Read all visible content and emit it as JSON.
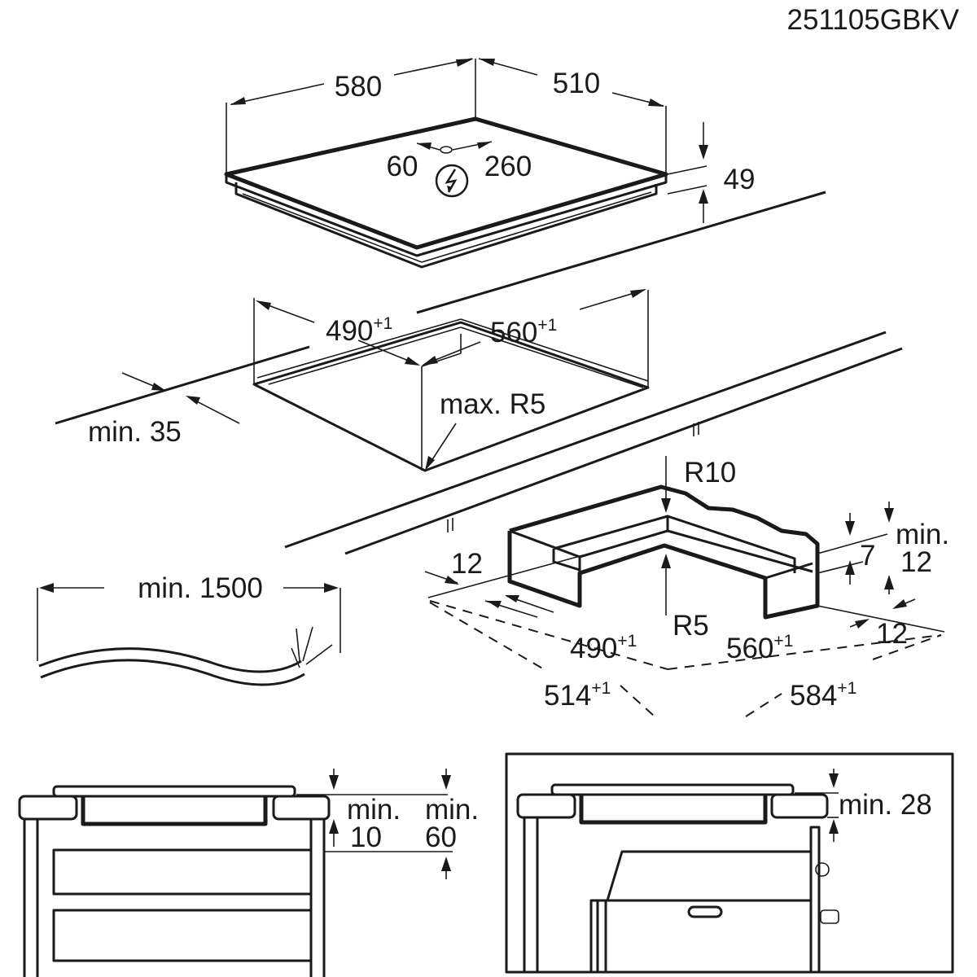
{
  "drawing_code": "251105GBKV",
  "hob": {
    "width": "580",
    "depth": "510",
    "height": "49",
    "cable_offset_left": "60",
    "cable_offset_back": "260",
    "power_icon": "lightning-bolt-in-circle-icon"
  },
  "cutout": {
    "width": "490",
    "depth": "560",
    "tolerance": "+1",
    "corner_radius": "max. R5",
    "min_front": "min. 35"
  },
  "cable": {
    "min_length": "min. 1500"
  },
  "frame": {
    "r_outer": "R10",
    "r_inner": "R5",
    "margin_front": "12",
    "rebate_depth": "7",
    "min_side": "min.",
    "min_side_value": "12",
    "margin_right": "12",
    "inner_width": "490",
    "inner_depth": "560",
    "outer_width": "514",
    "outer_depth": "584",
    "tolerance": "+1"
  },
  "install_drawers": {
    "min_label_1": "min.",
    "min_value_1": "10",
    "min_label_2": "min.",
    "min_value_2": "60"
  },
  "install_oven": {
    "min_label": "min. 28"
  }
}
